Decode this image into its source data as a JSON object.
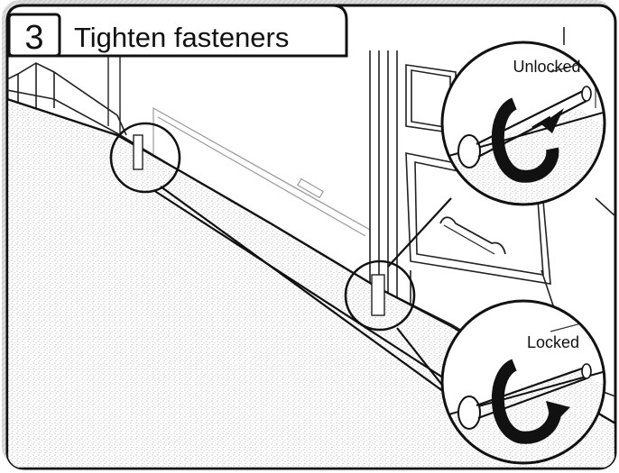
{
  "step": {
    "number": "3",
    "title": "Tighten fasteners"
  },
  "callouts": {
    "top": {
      "label": "Unlocked"
    },
    "bottom": {
      "label": "Locked"
    }
  },
  "colors": {
    "line": "#111111",
    "panel_fill": "#ffffff",
    "floor_texture": "#9a9a9a",
    "shadow": "#bdbdbd"
  }
}
